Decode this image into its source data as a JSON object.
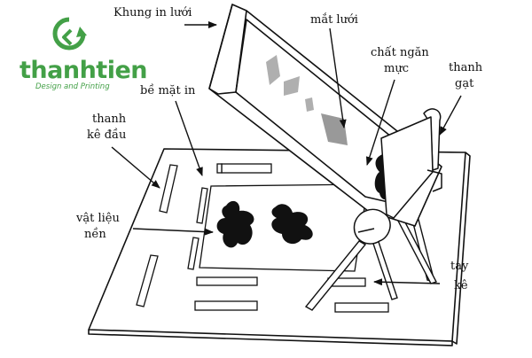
{
  "brand": {
    "name": "thanhtien",
    "tagline": "Design and Printing",
    "color": "#43a047",
    "icon": "circular-arrows-logo-icon"
  },
  "labels": {
    "frame": "Khung in lưới",
    "mesh": "mắt lưới",
    "ink_block_1": "chất ngăn",
    "ink_block_2": "mực",
    "squeegee_1": "thanh",
    "squeegee_2": "gạt",
    "print_surface": "bề mặt in",
    "registration_1": "thanh",
    "registration_2": "kê đầu",
    "substrate_1": "vật liệu",
    "substrate_2": "nền",
    "support_1": "tay",
    "support_2": "kê"
  }
}
